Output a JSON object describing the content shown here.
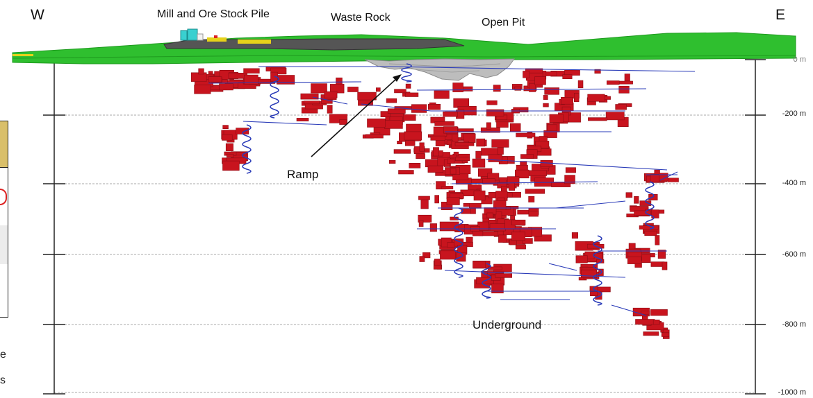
{
  "labels": {
    "west": "W",
    "east": "E",
    "mill": "Mill and Ore Stock Pile",
    "waste": "Waste Rock",
    "pit": "Open Pit",
    "ramp": "Ramp",
    "underground": "Underground"
  },
  "depth_axis": {
    "unit": "m",
    "ticks": [
      "0 m",
      "-200 m",
      "-400 m",
      "-600 m",
      "-800 m",
      "-1000 m"
    ]
  },
  "edge_text": [
    "e",
    "s"
  ],
  "colors": {
    "surface": "#2fbf2f",
    "surface_dark": "#1e9a1e",
    "stopes": "#c8141e",
    "ramp_line": "#2a3bb8",
    "pit": "#bdbdbd",
    "gridline": "#a8a8a8",
    "waste_pile": "#555555",
    "mill_building": "#39d0d0",
    "ore_pile": "#e6d21a"
  }
}
